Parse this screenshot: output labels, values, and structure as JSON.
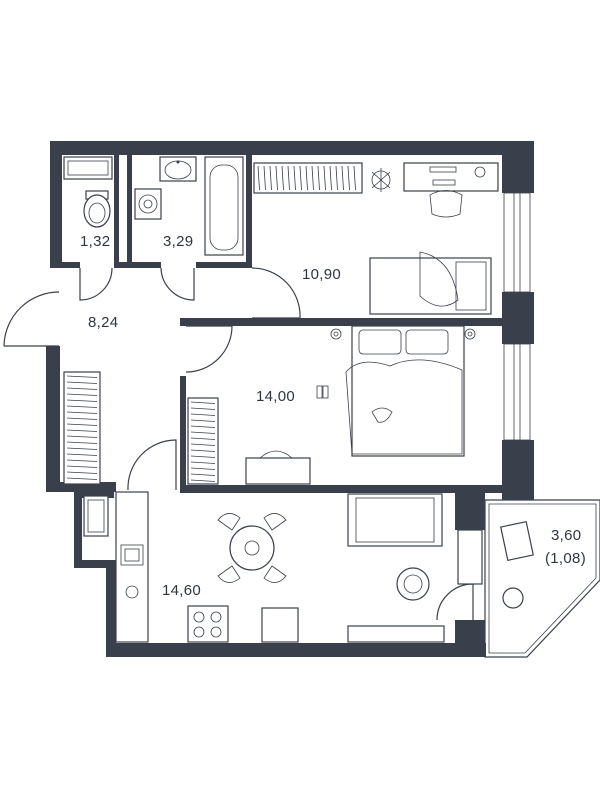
{
  "rooms": [
    {
      "id": "wc",
      "area": "1,32"
    },
    {
      "id": "bathroom",
      "area": "3,29"
    },
    {
      "id": "bedroom-small",
      "area": "10,90"
    },
    {
      "id": "hallway",
      "area": "8,24"
    },
    {
      "id": "bedroom-main",
      "area": "14,00"
    },
    {
      "id": "kitchen",
      "area": "14,60"
    },
    {
      "id": "balcony",
      "area": "3,60",
      "area_reduced": "(1,08)"
    }
  ],
  "colors": {
    "wall": "#3a404b",
    "background": "#ffffff"
  }
}
